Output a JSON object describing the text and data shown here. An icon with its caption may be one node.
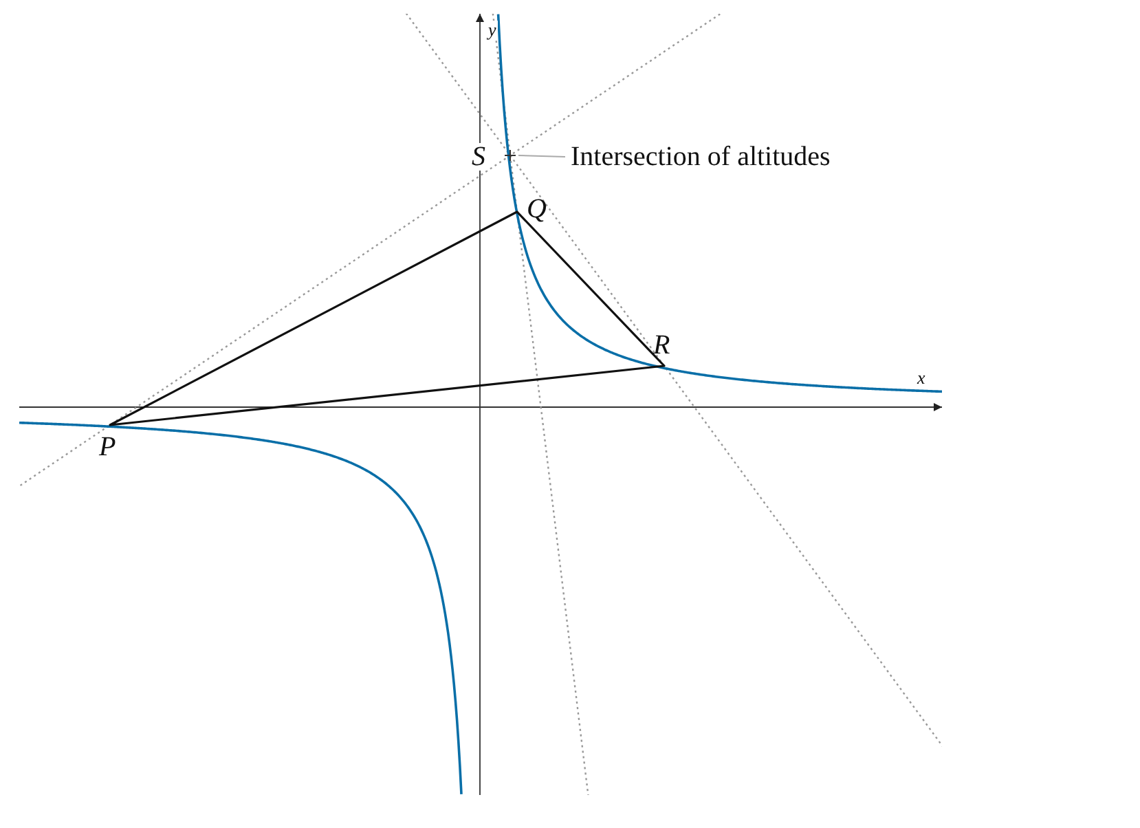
{
  "diagram": {
    "nodes": [
      {
        "text": [
          "Intersection of altitudes"
        ]
      },
      {
        "text": [],
        "shape": "cross"
      }
    ],
    "edges": [
      {
        "from": 0,
        "to": 1,
        "arrow": "none"
      }
    ],
    "labels": [
      "y",
      "S",
      "Q",
      "R",
      "x",
      "P"
    ]
  }
}
